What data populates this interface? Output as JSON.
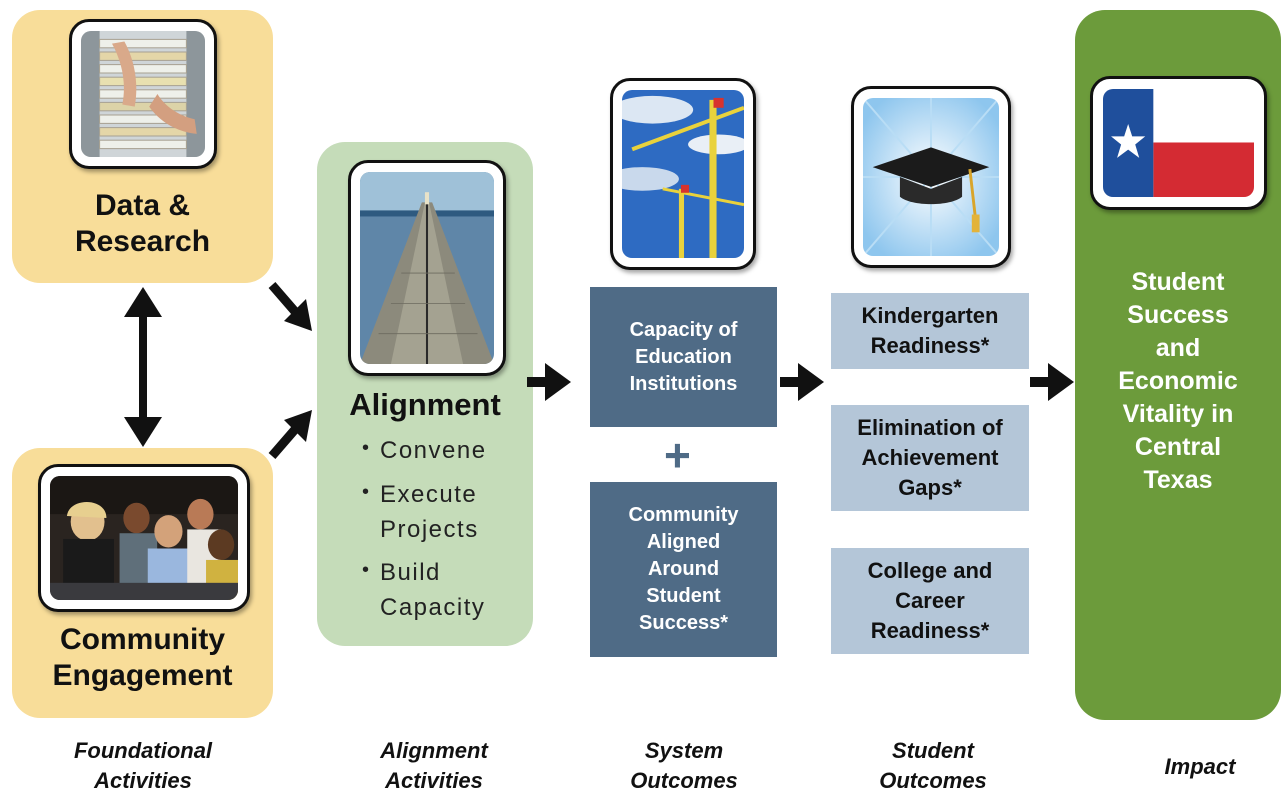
{
  "foundational": {
    "data_research": "Data &\nResearch",
    "community_engagement": "Community\nEngagement"
  },
  "alignment": {
    "title": "Alignment",
    "bullets": [
      "Convene",
      "Execute\nProjects",
      "Build\nCapacity"
    ]
  },
  "system_outcomes": {
    "box1": "Capacity of\nEducation\nInstitutions",
    "plus": "+",
    "box2": "Community\nAligned\nAround\nStudent\nSuccess*"
  },
  "student_outcomes": {
    "box1": "Kindergarten\nReadiness*",
    "box2": "Elimination of\nAchievement\nGaps*",
    "box3": "College and\nCareer\nReadiness*"
  },
  "impact": {
    "text": "Student\nSuccess\nand\nEconomic\nVitality in\nCentral\nTexas"
  },
  "stage_labels": {
    "foundational": "Foundational\nActivities",
    "alignment": "Alignment\nActivities",
    "system": "System\nOutcomes",
    "student": "Student\nOutcomes",
    "impact": "Impact"
  },
  "colors": {
    "yellow": "#f8dd99",
    "light_green": "#c5dcb9",
    "dark_green": "#6c9b3b",
    "slate_blue": "#4f6b86",
    "light_blue": "#b4c6d8",
    "texas_blue": "#1f4f9c",
    "texas_red": "#d42b33"
  },
  "icons": {
    "data_photo": "file-folders-photo",
    "community_photo": "people-meeting-photo",
    "alignment_photo": "pier-photo",
    "system_photo": "construction-cranes-photo",
    "student_photo": "graduation-cap-photo",
    "impact_photo": "texas-flag"
  }
}
